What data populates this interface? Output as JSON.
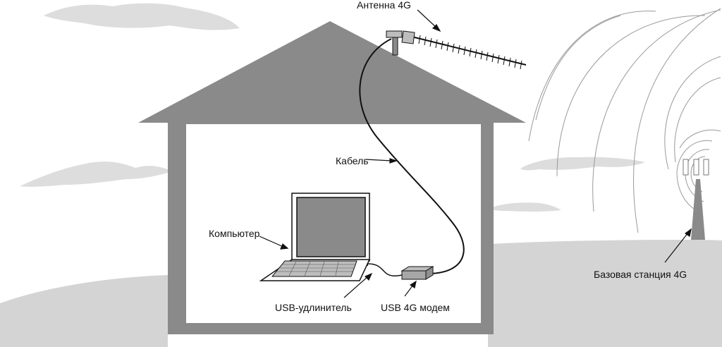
{
  "labels": {
    "antenna": "Антенна 4G",
    "cable": "Кабель",
    "computer": "Компьютер",
    "usb_extender": "USB-удлинитель",
    "modem": "USB 4G модем",
    "base_station": "Базовая станция 4G"
  },
  "colors": {
    "house": "#8a8a8a",
    "ground": "#d4d4d4",
    "clouds": "#dddddd",
    "line": "#111111"
  }
}
